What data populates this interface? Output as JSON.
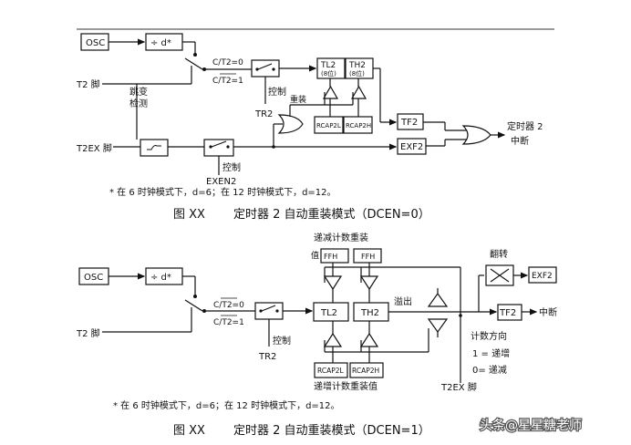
{
  "top": {
    "osc": "OSC",
    "div": "÷ d*",
    "c_t2_0": "C/T2=0",
    "c_t2_1": "C/T2=1",
    "t2_pin": "T2 脚",
    "jump_1": "跳变",
    "jump_2": "检测",
    "control": "控制",
    "tr2": "TR2",
    "reload": "重装",
    "tl2": "TL2",
    "tl2_bits": "(8位)",
    "th2": "TH2",
    "th2_bits": "(8位)",
    "rcap2l": "RCAP2L",
    "rcap2h": "RCAP2H",
    "tf2": "TF2",
    "exf2": "EXF2",
    "t2ex_pin": "T2EX 脚",
    "control2": "控制",
    "exen2": "EXEN2",
    "irq_1": "定时器 2",
    "irq_2": "中断",
    "note": "*  在 6 时钟模式下，d=6；在 12 时钟模式下，d=12。",
    "caption_fig": "图 XX",
    "caption_text": "定时器 2 自动重装模式（DCEN=0）"
  },
  "bottom": {
    "osc": "OSC",
    "div": "÷ d*",
    "c_t2_0": "C/T2=0",
    "c_t2_1": "C/T2=1",
    "t2_pin": "T2 脚",
    "control": "控制",
    "tr2": "TR2",
    "down_reload": "递减计数重装",
    "val": "值",
    "ffh1": "FFH",
    "ffh2": "FFH",
    "tl2": "TL2",
    "th2": "TH2",
    "overflow": "溢出",
    "toggle": "翻转",
    "exf2": "EXF2",
    "tf2": "TF2",
    "irq": "中断",
    "dir": "计数方向",
    "dir_1": "1 = 递增",
    "dir_0": "0= 递减",
    "rcap2l": "RCAP2L",
    "rcap2h": "RCAP2H",
    "up_reload": "递增计数重装值",
    "t2ex_pin": "T2EX 脚",
    "note": "*  在 6 时钟模式下，d=6；在 12 时钟模式下，d=12。",
    "caption_fig": "图 XX",
    "caption_text": "定时器 2 自动重装模式（DCEN=1）"
  },
  "watermark": "头条@星星糖老师"
}
